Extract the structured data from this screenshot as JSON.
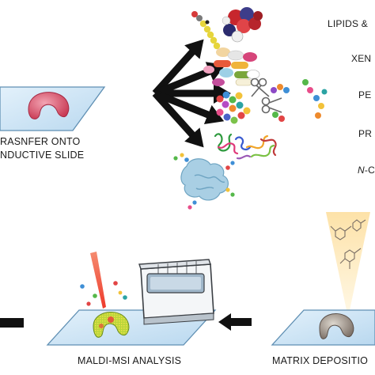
{
  "steps": {
    "transfer": {
      "line1": "RASNFER ONTO",
      "line2": "NDUCTIVE SLIDE"
    },
    "maldi": {
      "label": "MALDI-MSI ANALYSIS"
    },
    "matrix": {
      "label": "MATRIX DEPOSITIO"
    }
  },
  "analytes": [
    {
      "id": "lipids",
      "label": "LIPIDS &"
    },
    {
      "id": "xeno",
      "label": "XEN"
    },
    {
      "id": "peptides",
      "label": "PE"
    },
    {
      "id": "proteins",
      "label": "PR"
    },
    {
      "id": "glycans",
      "label_prefix": "N",
      "label_rest": "-C"
    }
  ],
  "colors": {
    "slide_fill": "#cfe6f7",
    "slide_stroke": "#5f8fb3",
    "tissue_red": "#d94e63",
    "tissue_grey": "#8a7f78",
    "maldi_heat": "#c8d63a",
    "arrow": "#111111",
    "laser": "#f26a54",
    "matrix_cone": "#fde7b6"
  }
}
